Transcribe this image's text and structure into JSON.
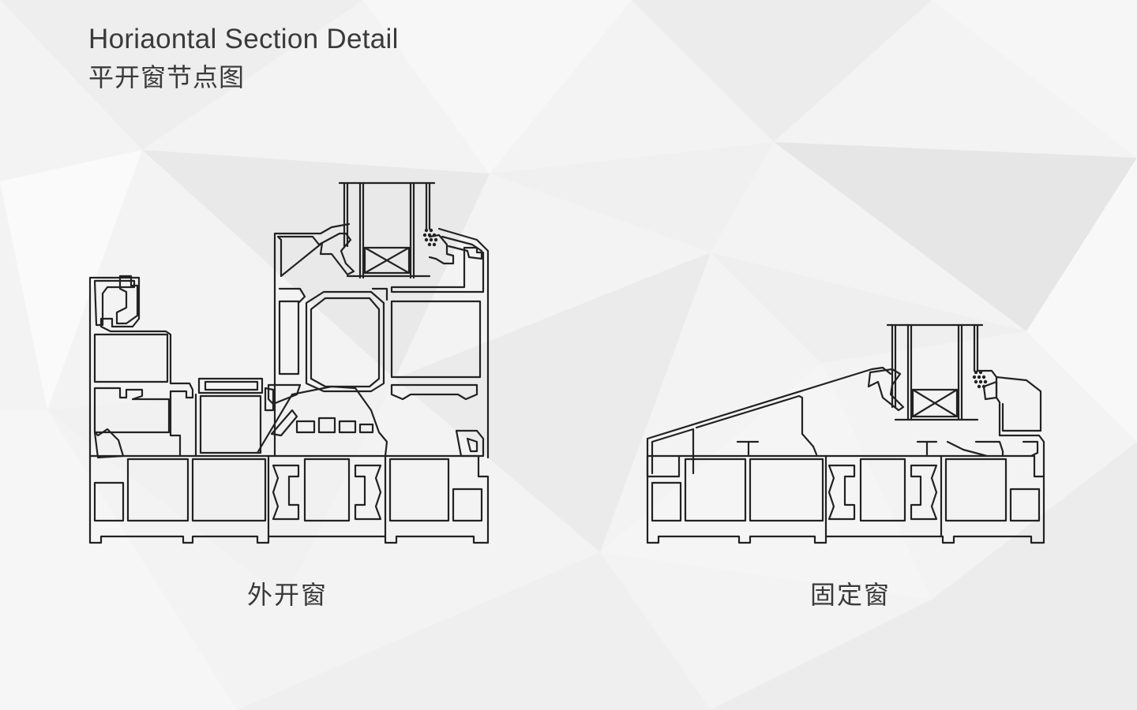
{
  "header": {
    "title_en": "Horiaontal Section Detail",
    "title_cn": "平开窗节点图"
  },
  "sections": [
    {
      "id": "outward-casement",
      "label": "外开窗"
    },
    {
      "id": "fixed-window",
      "label": "固定窗"
    }
  ],
  "colors": {
    "background": "#f4f4f4",
    "line": "#222222",
    "text": "#3a3a3a"
  }
}
